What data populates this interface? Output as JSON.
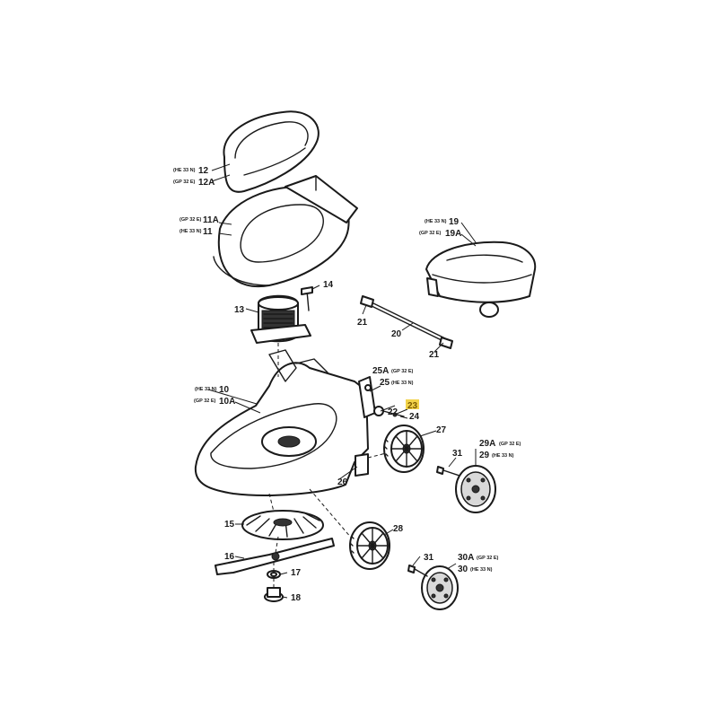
{
  "callouts": {
    "c12": {
      "variant": "(HE 33 N)",
      "number": "12"
    },
    "c12A": {
      "variant": "(GP 32 E)",
      "number": "12A"
    },
    "c11A": {
      "variant": "(GP 32 E)",
      "number": "11A"
    },
    "c11": {
      "variant": "(HE 33 N)",
      "number": "11"
    },
    "c14": {
      "number": "14"
    },
    "c13": {
      "number": "13"
    },
    "c19": {
      "variant": "(HE 33 N)",
      "number": "19"
    },
    "c19A": {
      "variant": "(GP 32 E)",
      "number": "19A"
    },
    "c21a": {
      "number": "21"
    },
    "c20": {
      "number": "20"
    },
    "c21b": {
      "number": "21"
    },
    "c25A": {
      "variant": "(GP 32 E)",
      "number": "25A"
    },
    "c25": {
      "variant": "(HE 33 N)",
      "number": "25"
    },
    "c10": {
      "variant": "(HE 33 N)",
      "number": "10"
    },
    "c10A": {
      "variant": "(GP 32 E)",
      "number": "10A"
    },
    "c22": {
      "number": "22"
    },
    "c23": {
      "number": "23",
      "highlighted": true
    },
    "c24": {
      "number": "24"
    },
    "c27": {
      "number": "27"
    },
    "c29A": {
      "variant": "(GP 32 E)",
      "number": "29A"
    },
    "c29": {
      "variant": "(HE 33 N)",
      "number": "29"
    },
    "c31a": {
      "number": "31"
    },
    "c26": {
      "number": "26"
    },
    "c15": {
      "number": "15"
    },
    "c28": {
      "number": "28"
    },
    "c16": {
      "number": "16"
    },
    "c17": {
      "number": "17"
    },
    "c31b": {
      "number": "31"
    },
    "c30A": {
      "variant": "(GP 32 E)",
      "number": "30A"
    },
    "c30": {
      "variant": "(HE 33 N)",
      "number": "30"
    },
    "c18": {
      "number": "18"
    }
  },
  "colors": {
    "highlight": "#f2d34a",
    "line": "#1a1a1a",
    "background": "#ffffff"
  }
}
